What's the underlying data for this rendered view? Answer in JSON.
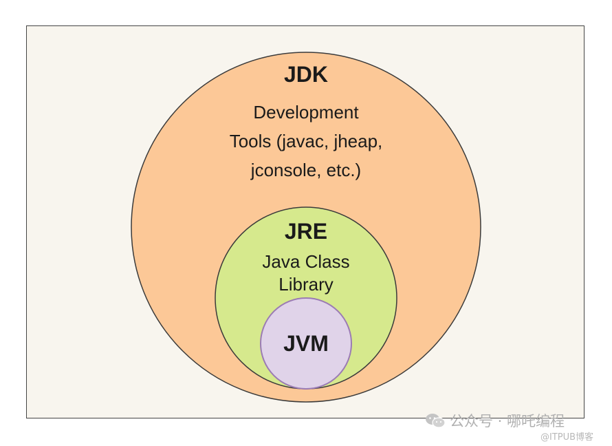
{
  "diagram": {
    "jdk": {
      "title": "JDK",
      "desc_lines": [
        "Development",
        "Tools (javac, jheap,",
        "jconsole, etc.)"
      ]
    },
    "jre": {
      "title": "JRE",
      "desc_lines": [
        "Java Class",
        "Library"
      ]
    },
    "jvm": {
      "title": "JVM"
    }
  },
  "colors": {
    "frame_bg": "#f8f5ee",
    "jdk_fill": "#fcc897",
    "jre_fill": "#d6e98d",
    "jvm_fill": "#e0d3e9",
    "jvm_stroke": "#9b7bb4"
  },
  "watermark": {
    "main": "公众号 · 哪吒编程",
    "sub": "@ITPUB博客"
  }
}
